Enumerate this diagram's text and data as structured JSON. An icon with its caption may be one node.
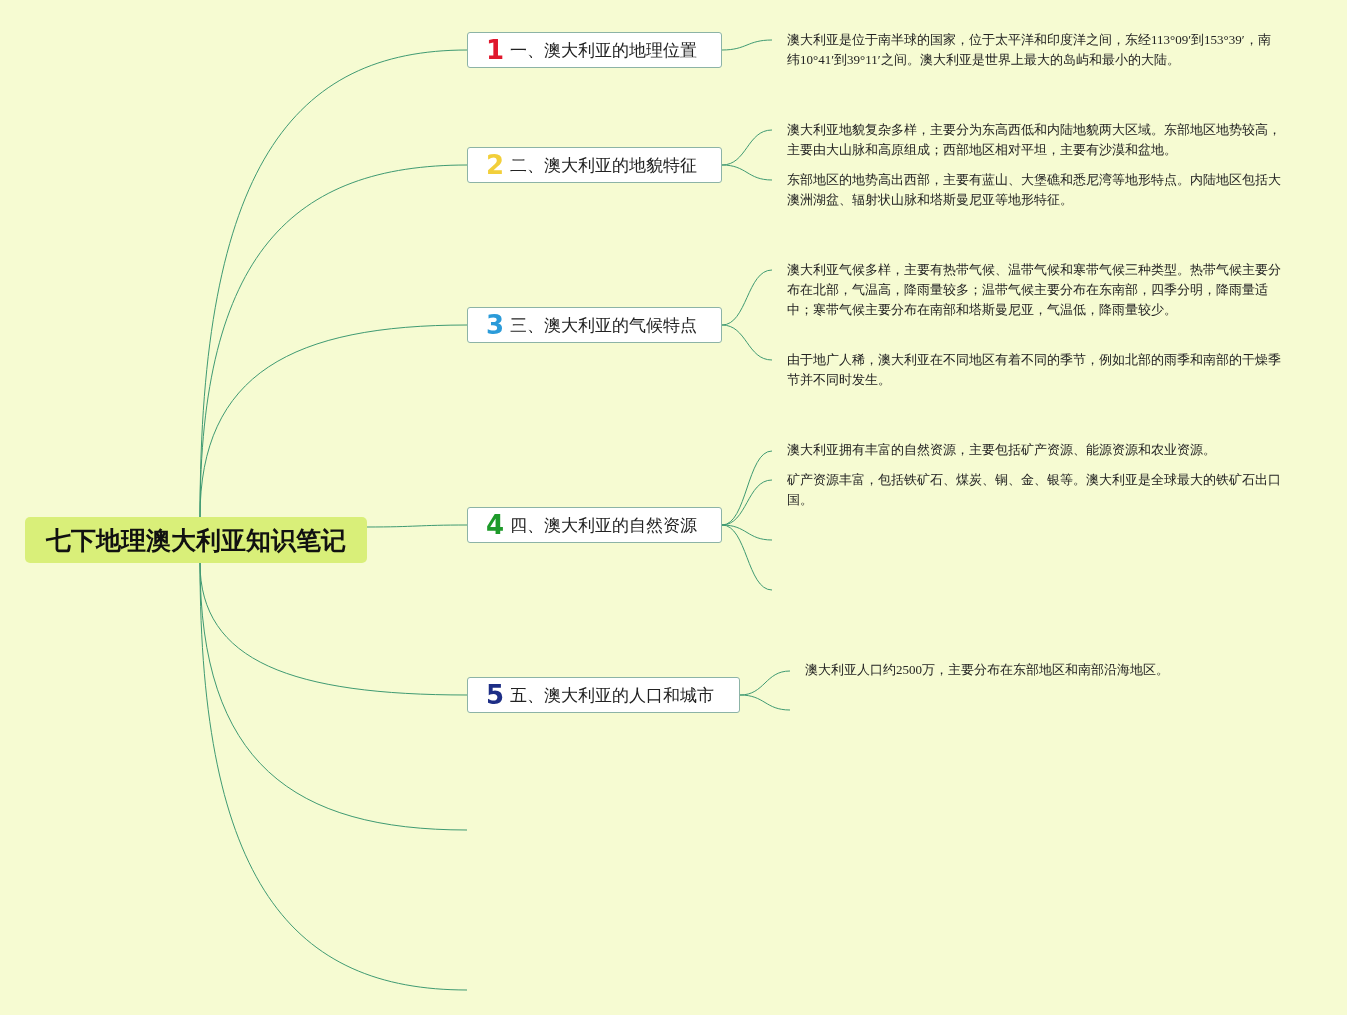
{
  "diagram": {
    "nodes": [
      {
        "text": [
          "七下地理澳大利亚知识笔记"
        ]
      },
      {
        "text": [
          "1",
          "一、澳大利亚的地理位置"
        ]
      },
      {
        "text": [
          "澳大利亚是位于南半球的国家，位于太平洋和印度洋之间，东经113°09′到153°39′，南纬10°41′到39°11′之间。澳大利亚是世界上最大的岛屿和最小的大陆。"
        ]
      },
      {
        "text": [
          "2",
          "二、澳大利亚的地貌特征"
        ]
      },
      {
        "text": [
          "澳大利亚地貌复杂多样，主要分为东高西低和内陆地貌两大区域。东部地区地势较高，主要由大山脉和高原组成；西部地区相对平坦，主要有沙漠和盆地。"
        ]
      },
      {
        "text": [
          "东部地区的地势高出西部，主要有蓝山、大堡礁和悉尼湾等地形特点。内陆地区包括大澳洲湖盆、辐射状山脉和塔斯曼尼亚等地形特征。"
        ]
      },
      {
        "text": [
          "3",
          "三、澳大利亚的气候特点"
        ]
      },
      {
        "text": [
          "澳大利亚气候多样，主要有热带气候、温带气候和寒带气候三种类型。热带气候主要分布在北部，气温高，降雨量较多；温带气候主要分布在东南部，四季分明，降雨量适中；寒带气候主要分布在南部和塔斯曼尼亚，气温低，降雨量较少。"
        ]
      },
      {
        "text": [
          "由于地广人稀，澳大利亚在不同地区有着不同的季节，例如北部的雨季和南部的干燥季节并不同时发生。"
        ]
      },
      {
        "text": [
          "4",
          "四、澳大利亚的自然资源"
        ]
      },
      {
        "text": [
          "澳大利亚拥有丰富的自然资源，主要包括矿产资源、能源资源和农业资源。"
        ]
      },
      {
        "text": [
          "矿产资源丰富，包括铁矿石、煤炭、铜、金、银等。澳大利亚是全球最大的铁矿石出口国。"
        ]
      },
      {
        "text": [
          "5",
          "五、澳大利亚的人口和城市"
        ]
      },
      {
        "text": [
          "澳大利亚人口约2500万，主要分布在东部地区和南部沿海地区。"
        ]
      }
    ],
    "edges": [
      {
        "from": 0,
        "to": 1,
        "arrow": "none"
      },
      {
        "from": 0,
        "to": 3,
        "arrow": "none"
      },
      {
        "from": 0,
        "to": 6,
        "arrow": "none"
      },
      {
        "from": 0,
        "to": 9,
        "arrow": "none"
      },
      {
        "from": 0,
        "to": 12,
        "arrow": "none"
      },
      {
        "from": 0,
        "to": null,
        "arrow": "none"
      },
      {
        "from": 0,
        "to": null,
        "arrow": "none"
      },
      {
        "from": 1,
        "to": 2,
        "arrow": "none"
      },
      {
        "from": 3,
        "to": 4,
        "arrow": "none"
      },
      {
        "from": 3,
        "to": 5,
        "arrow": "none"
      },
      {
        "from": 6,
        "to": 7,
        "arrow": "none"
      },
      {
        "from": 6,
        "to": 8,
        "arrow": "none"
      },
      {
        "from": 9,
        "to": 10,
        "arrow": "none"
      },
      {
        "from": 9,
        "to": 11,
        "arrow": "none"
      },
      {
        "from": 9,
        "to": null,
        "arrow": "none"
      },
      {
        "from": 9,
        "to": null,
        "arrow": "none"
      },
      {
        "from": 12,
        "to": 13,
        "arrow": "none"
      },
      {
        "from": 12,
        "to": null,
        "arrow": "none"
      }
    ]
  }
}
